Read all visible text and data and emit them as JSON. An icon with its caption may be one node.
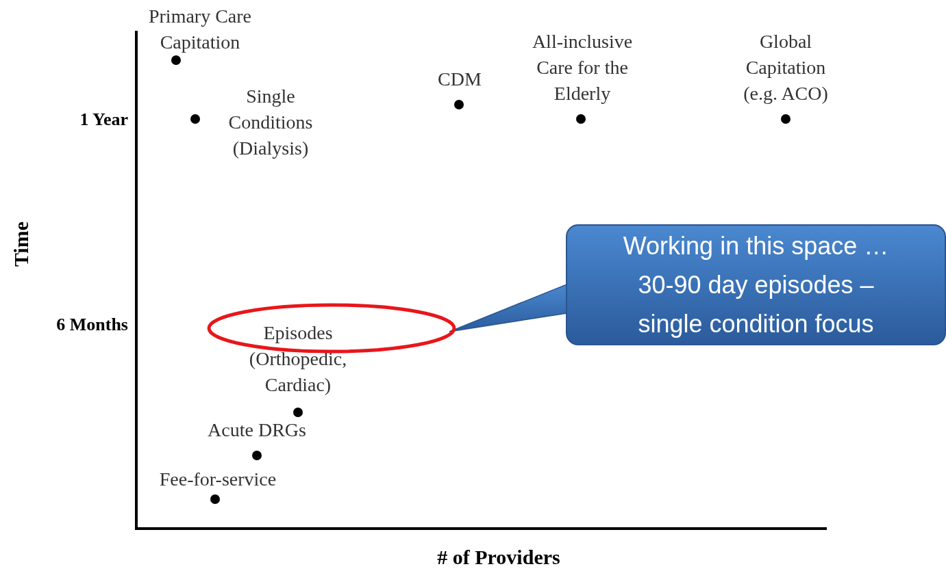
{
  "diagram": {
    "nodes": [
      {
        "text": [
          "Working in this space … 30-90 day episodes – single condition focus"
        ]
      },
      {
        "text": [],
        "shape": "circle"
      }
    ],
    "edges": [
      {
        "from": 0,
        "to": 1,
        "arrow": "none"
      }
    ],
    "labels": [
      "Primary Care Capitation",
      "All-inclusive Care for the Elderly",
      "Global Capitation (e.g. ACO)",
      "CDM",
      "Single Conditions (Dialysis)",
      "1 Year",
      "Time",
      "6 Months",
      "Episodes (Orthopedic, Cardiac)",
      "Acute DRGs",
      "Fee-for-service",
      "# of Providers"
    ]
  }
}
